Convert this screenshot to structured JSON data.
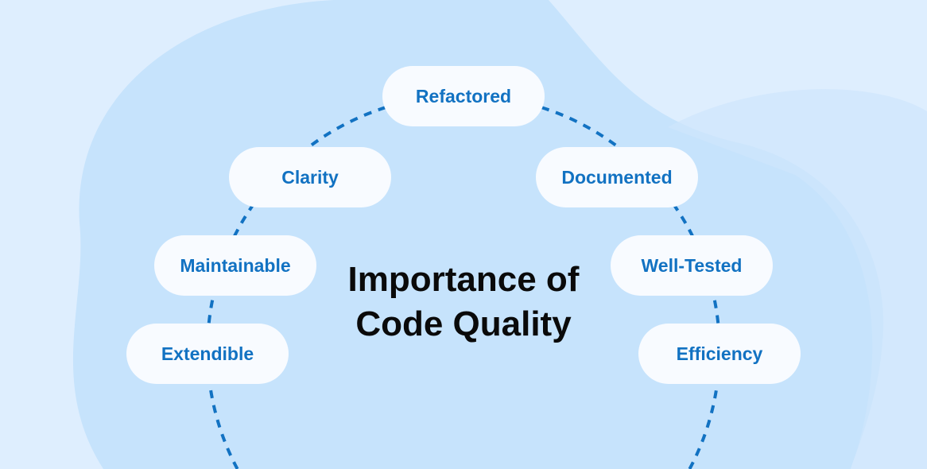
{
  "title": [
    "Importance of",
    "Code Quality"
  ],
  "pills": [
    "Refactored",
    "Clarity",
    "Documented",
    "Maintainable",
    "Well-Tested",
    "Extendible",
    "Efficiency"
  ],
  "colors": {
    "background": "#deeefe",
    "blob": "#c6e3fc",
    "pill": "#f8fbff",
    "accent": "#1272c2",
    "title": "#0a0a0a"
  }
}
